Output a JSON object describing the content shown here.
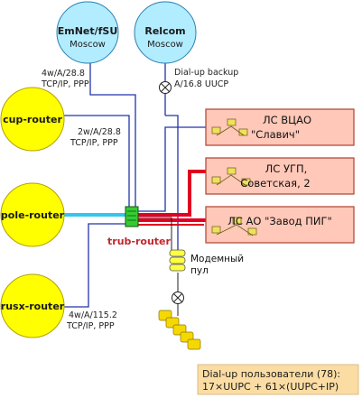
{
  "nodes": {
    "emnet": {
      "name": "EmNet/fSU",
      "city": "Moscow"
    },
    "relcom": {
      "name": "Relcom",
      "city": "Moscow"
    },
    "cup": {
      "name": "cup-router"
    },
    "pole": {
      "name": "pole-router"
    },
    "rusx": {
      "name": "rusx-router"
    },
    "trub": {
      "name": "trub-router"
    }
  },
  "links": {
    "emnet": {
      "line1": "4w/A/28.8",
      "line2": "TCP/IP, PPP"
    },
    "cup": {
      "line1": "2w/A/28.8",
      "line2": "TCP/IP, PPP"
    },
    "rusx": {
      "line1": "4w/A/115.2",
      "line2": "TCP/IP, PPP"
    },
    "relcom": {
      "line1": "Dial-up backup",
      "line2": "A/16.8 UUCP"
    }
  },
  "lans": {
    "vcao": {
      "line1": "ЛС ВЦАО",
      "line2": "\"Славич\""
    },
    "ugp": {
      "line1": "ЛС УГП,",
      "line2": "Советская, 2"
    },
    "zavod": {
      "line1": "ЛС АО \"Завод ПИГ\""
    }
  },
  "modem_pool": {
    "line1": "Модемный",
    "line2": "пул"
  },
  "dialup": {
    "line1": "Dial-up пользователи (78):",
    "line2": "17×UUPC + 61×(UUPC+IP)"
  },
  "colors": {
    "router_fill": "#ffff00",
    "provider_fill": "#b2ecff",
    "lan_fill": "#ffc8b8",
    "lan_border": "#b04030",
    "blue_link": "#2233aa",
    "red_link": "#e00022",
    "cyan_link": "#33c7ee",
    "hub_fill": "#34cc33",
    "trub_label": "#c1272d",
    "dialup_box": "#fbdda4"
  }
}
